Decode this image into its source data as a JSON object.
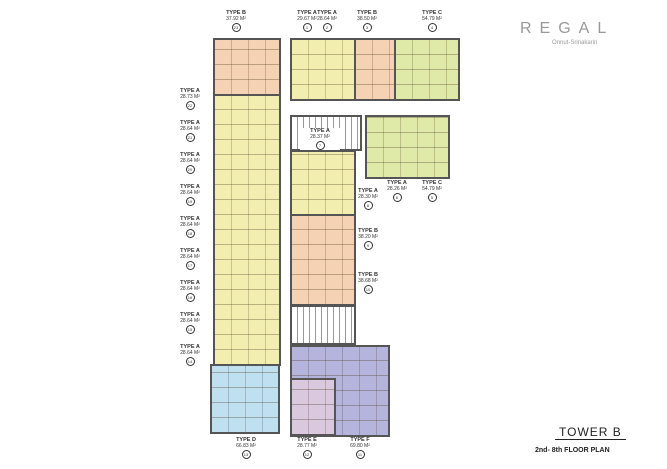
{
  "brand": {
    "logo": "REGAL",
    "subtitle": "Onnut-Srinakarin"
  },
  "title": {
    "tower": "TOWER  B",
    "floors": "2nd- 8th  FLOOR PLAN"
  },
  "colors": {
    "typeA": "#f2eeb0",
    "typeB": "#f6d2b4",
    "typeC": "#dfe9a8",
    "typeD": "#bfe0f0",
    "typeE": "#d9c8de",
    "typeF": "#b4b4dc"
  },
  "units": [
    {
      "type": "TYPE B",
      "area": "37.92 M²",
      "no": "23"
    },
    {
      "type": "TYPE A",
      "area": "29.67 M²",
      "no": "1"
    },
    {
      "type": "TYPE A",
      "area": "28.64 M²",
      "no": "2"
    },
    {
      "type": "TYPE B",
      "area": "38.50 M²",
      "no": "3"
    },
    {
      "type": "TYPE C",
      "area": "54.79 M²",
      "no": "4"
    },
    {
      "type": "TYPE A",
      "area": "28.73 M²",
      "no": "22"
    },
    {
      "type": "TYPE A",
      "area": "28.64 M²",
      "no": "21"
    },
    {
      "type": "TYPE A",
      "area": "28.64 M²",
      "no": "20"
    },
    {
      "type": "TYPE A",
      "area": "28.64 M²",
      "no": "19"
    },
    {
      "type": "TYPE A",
      "area": "28.64 M²",
      "no": "18"
    },
    {
      "type": "TYPE A",
      "area": "28.64 M²",
      "no": "17"
    },
    {
      "type": "TYPE A",
      "area": "28.64 M²",
      "no": "16"
    },
    {
      "type": "TYPE A",
      "area": "28.64 M²",
      "no": "15"
    },
    {
      "type": "TYPE A",
      "area": "28.64 M²",
      "no": "14"
    },
    {
      "type": "TYPE A",
      "area": "28.37 M²",
      "no": "7"
    },
    {
      "type": "TYPE A",
      "area": "28.26 M²",
      "no": "6"
    },
    {
      "type": "TYPE C",
      "area": "54.79 M²",
      "no": "5"
    },
    {
      "type": "TYPE A",
      "area": "28.30 M²",
      "no": "8"
    },
    {
      "type": "TYPE B",
      "area": "38.20 M²",
      "no": "9"
    },
    {
      "type": "TYPE B",
      "area": "38.68 M²",
      "no": "10"
    },
    {
      "type": "TYPE D",
      "area": "66.83 M²",
      "no": "13"
    },
    {
      "type": "TYPE E",
      "area": "28.77 M²",
      "no": "12"
    },
    {
      "type": "TYPE F",
      "area": "69.80 M²",
      "no": "11"
    }
  ]
}
